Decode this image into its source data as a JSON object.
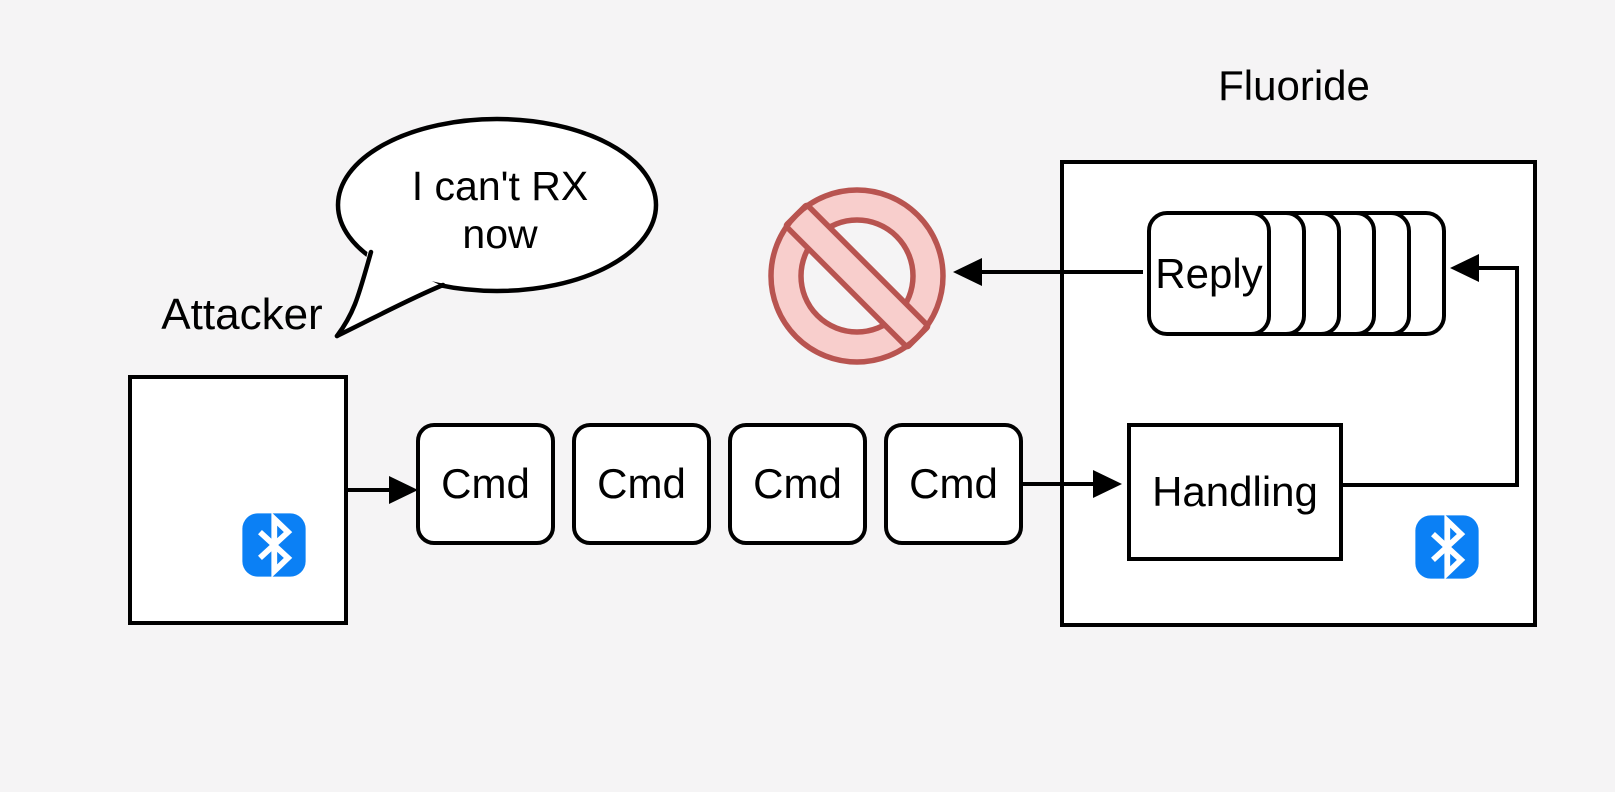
{
  "colors": {
    "background": "#f5f4f5",
    "stroke": "#000000",
    "box-fill": "#ffffff",
    "bluetooth-blue": "#0b80f5",
    "sign-pink": "#f8cecc",
    "sign-red": "#b85450"
  },
  "attacker": {
    "label": "Attacker",
    "adapter_icon": "bluetooth-icon"
  },
  "speech_bubble": {
    "line1": "I can't RX",
    "line2": "now"
  },
  "cmd_chain": {
    "items": [
      {
        "label": "Cmd"
      },
      {
        "label": "Cmd"
      },
      {
        "label": "Cmd"
      },
      {
        "label": "Cmd"
      }
    ]
  },
  "fluoride": {
    "title": "Fluoride",
    "reply_queue": {
      "front_label": "Reply",
      "queued_cards": 5
    },
    "handling": {
      "label": "Handling"
    },
    "adapter_icon": "bluetooth-icon"
  },
  "blocked_sign": {
    "icon": "no-entry-icon"
  }
}
